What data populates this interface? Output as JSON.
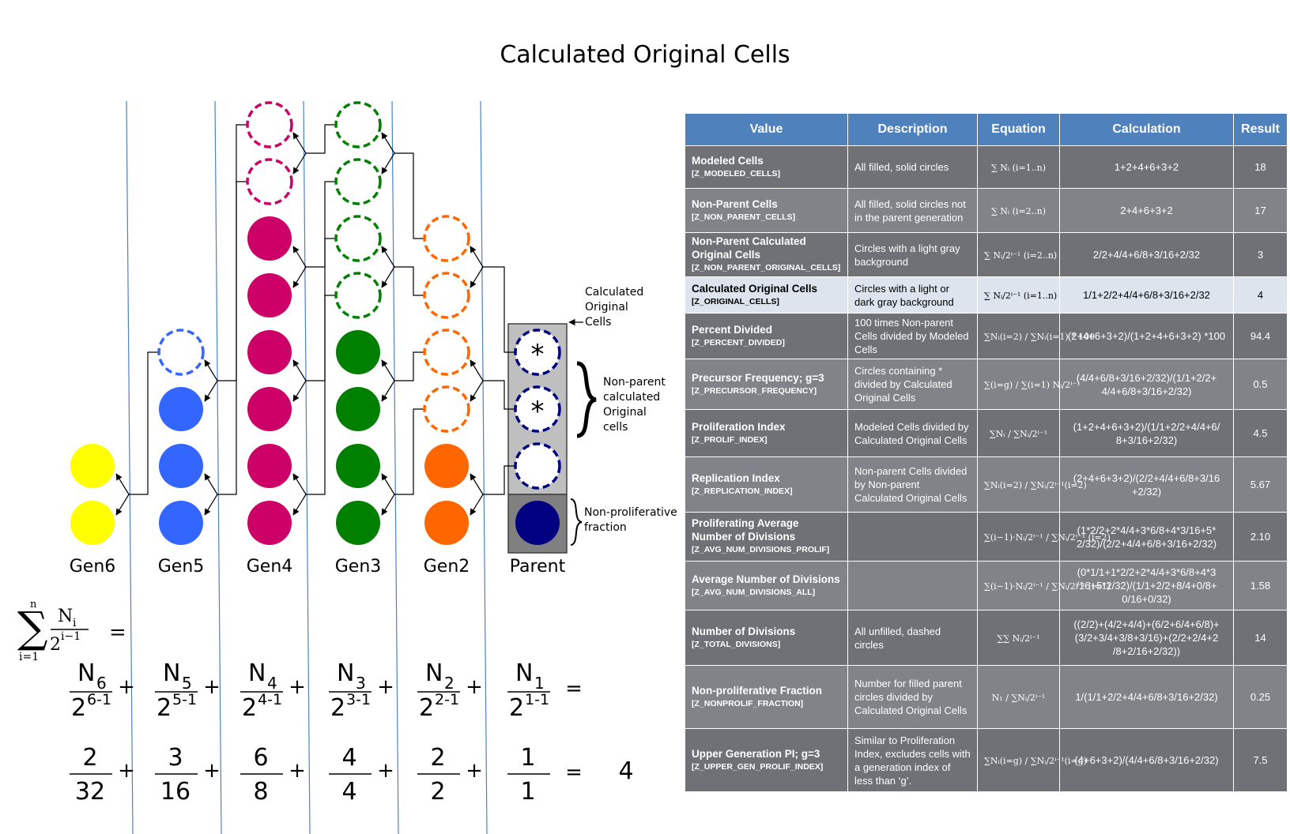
{
  "title": "Calculated Original Cells",
  "generations": [
    "Gen6",
    "Gen5",
    "Gen4",
    "Gen3",
    "Gen2",
    "Parent"
  ],
  "annotations": {
    "calc_original": [
      "Calculated",
      "Original",
      "Cells"
    ],
    "non_parent": [
      "Non-parent",
      "calculated",
      "Original",
      "cells"
    ],
    "nonprolif": [
      "Non-proliferative",
      "fraction"
    ],
    "asterisk": "*"
  },
  "colors": {
    "gen6": "#ffff00",
    "gen5": "#3366ff",
    "gen4": "#cc0066",
    "gen3": "#008000",
    "gen2": "#ff6600",
    "parent": "#000080",
    "table_header": "#4f81bd",
    "table_row": "#6f7177"
  },
  "formula": {
    "sum_lhs": "∑ Ni / 2^(i−1) =",
    "sum_n": "n",
    "sum_i": "i=1",
    "sum_num": "N",
    "sum_num_sub": "i",
    "sum_den": "2",
    "sum_den_sup": "i−1",
    "equals": "=",
    "plus": "+",
    "terms": [
      {
        "num": "N",
        "sub": "6",
        "base": "2",
        "sup": "6-1",
        "val_num": "2",
        "val_den": "32"
      },
      {
        "num": "N",
        "sub": "5",
        "base": "2",
        "sup": "5-1",
        "val_num": "3",
        "val_den": "16"
      },
      {
        "num": "N",
        "sub": "4",
        "base": "2",
        "sup": "4-1",
        "val_num": "6",
        "val_den": "8"
      },
      {
        "num": "N",
        "sub": "3",
        "base": "2",
        "sup": "3-1",
        "val_num": "4",
        "val_den": "4"
      },
      {
        "num": "N",
        "sub": "2",
        "base": "2",
        "sup": "2-1",
        "val_num": "2",
        "val_den": "2"
      },
      {
        "num": "N",
        "sub": "1",
        "base": "2",
        "sup": "1-1",
        "val_num": "1",
        "val_den": "1"
      }
    ],
    "result": "4"
  },
  "table": {
    "headers": [
      "Value",
      "Description",
      "Equation",
      "Calculation",
      "Result"
    ],
    "rows": [
      {
        "name": "Modeled Cells",
        "code": "[Z_MODELED_CELLS]",
        "desc": "All filled, solid circles",
        "eq": "∑ Nᵢ (i=1..n)",
        "calc": "1+2+4+6+3+2",
        "result": "18",
        "shade": "dark"
      },
      {
        "name": "Non-Parent Cells",
        "code": "[Z_NON_PARENT_CELLS]",
        "desc": "All filled, solid circles not in the parent generation",
        "eq": "∑ Nᵢ (i=2..n)",
        "calc": "2+4+6+3+2",
        "result": "17",
        "shade": "mid"
      },
      {
        "name": "Non-Parent Calculated Original Cells",
        "code": "[Z_NON_PARENT_ORIGINAL_CELLS]",
        "desc": "Circles with a light gray background",
        "eq": "∑ Nᵢ/2ⁱ⁻¹ (i=2..n)",
        "calc": "2/2+4/4+6/8+3/16+2/32",
        "result": "3",
        "shade": "dark"
      },
      {
        "name": "Calculated Original Cells",
        "code": "[Z_ORIGINAL_CELLS]",
        "desc": "Circles with a light or dark gray background",
        "eq": "∑ Nᵢ/2ⁱ⁻¹ (i=1..n)",
        "calc": "1/1+2/2+4/4+6/8+3/16+2/32",
        "result": "4",
        "shade": "light"
      },
      {
        "name": "Percent Divided",
        "code": "[Z_PERCENT_DIVIDED]",
        "desc": "100 times Non-parent Cells divided by Modeled Cells",
        "eq": "∑Nᵢ(i=2) / ∑Nᵢ(i=1) * 100",
        "calc": "(2+4+6+3+2)/(1+2+4+6+3+2) *100",
        "result": "94.4",
        "shade": "dark"
      },
      {
        "name": "Precursor Frequency; g=3",
        "code": "[Z_PRECURSOR_FREQUENCY]",
        "desc": "Circles containing * divided by Calculated Original Cells",
        "eq": "∑(i=g) / ∑(i=1) Nᵢ/2ⁱ⁻¹",
        "calc": "(4/4+6/8+3/16+2/32)/(1/1+2/2+ 4/4+6/8+3/16+2/32)",
        "result": "0.5",
        "shade": "mid"
      },
      {
        "name": "Proliferation Index",
        "code": "[Z_PROLIF_INDEX]",
        "desc": "Modeled Cells divided by Calculated Original Cells",
        "eq": "∑Nᵢ / ∑Nᵢ/2ⁱ⁻¹",
        "calc": "(1+2+4+6+3+2)/(1/1+2/2+4/4+6/ 8+3/16+2/32)",
        "result": "4.5",
        "shade": "dark"
      },
      {
        "name": "Replication Index",
        "code": "[Z_REPLICATION_INDEX]",
        "desc": "Non-parent Cells divided by Non-parent Calculated Original Cells",
        "eq": "∑Nᵢ(i=2) / ∑Nᵢ/2ⁱ⁻¹(i=2)",
        "calc": "(2+4+6+3+2)/(2/2+4/4+6/8+3/16 +2/32)",
        "result": "5.67",
        "shade": "mid"
      },
      {
        "name": "Proliferating Average Number of Divisions",
        "code": "[Z_AVG_NUM_DIVISIONS_PROLIF]",
        "desc": "",
        "eq": "∑(i−1)·Nᵢ/2ⁱ⁻¹ / ∑Nᵢ/2ⁱ⁻¹ (i=2)",
        "calc": "(1*2/2+2*4/4+3*6/8+4*3/16+5* 2/32)/(2/2+4/4+6/8+3/16+2/32)",
        "result": "2.10",
        "shade": "dark"
      },
      {
        "name": "Average Number of Divisions",
        "code": "[Z_AVG_NUM_DIVISIONS_ALL]",
        "desc": "",
        "eq": "∑(i−1)·Nᵢ/2ⁱ⁻¹ / ∑Nᵢ/2ⁱ⁻¹ (i=1)",
        "calc": "(0*1/1+1*2/2+2*4/4+3*6/8+4*3 /16+5*2/32)/(1/1+2/2+8/4+0/8+ 0/16+0/32)",
        "result": "1.58",
        "shade": "mid"
      },
      {
        "name": "Number of Divisions",
        "code": "[Z_TOTAL_DIVISIONS]",
        "desc": "All unfilled, dashed circles",
        "eq": "∑∑ Nᵢ/2ⁱ⁻¹",
        "calc": "((2/2)+(4/2+4/4)+(6/2+6/4+6/8)+ (3/2+3/4+3/8+3/16)+(2/2+2/4+2 /8+2/16+2/32))",
        "result": "14",
        "shade": "dark"
      },
      {
        "name": "Non-proliferative Fraction",
        "code": "[Z_NONPROLIF_FRACTION]",
        "desc": "Number for filled parent circles divided by Calculated Original Cells",
        "eq": "N₁ / ∑Nᵢ/2ⁱ⁻¹",
        "calc": "1/(1/1+2/2+4/4+6/8+3/16+2/32)",
        "result": "0.25",
        "shade": "mid"
      },
      {
        "name": "Upper Generation PI; g=3",
        "code": "[Z_UPPER_GEN_PROLIF_INDEX]",
        "desc": "Similar to Proliferation Index, excludes cells with a generation index of less than ‘g’.",
        "eq": "∑Nᵢ(i=g) / ∑Nᵢ/2ⁱ⁻¹(i=g)",
        "calc": "(4+6+3+2)/(4/4+6/8+3/16+2/32)",
        "result": "7.5",
        "shade": "dark"
      }
    ]
  }
}
